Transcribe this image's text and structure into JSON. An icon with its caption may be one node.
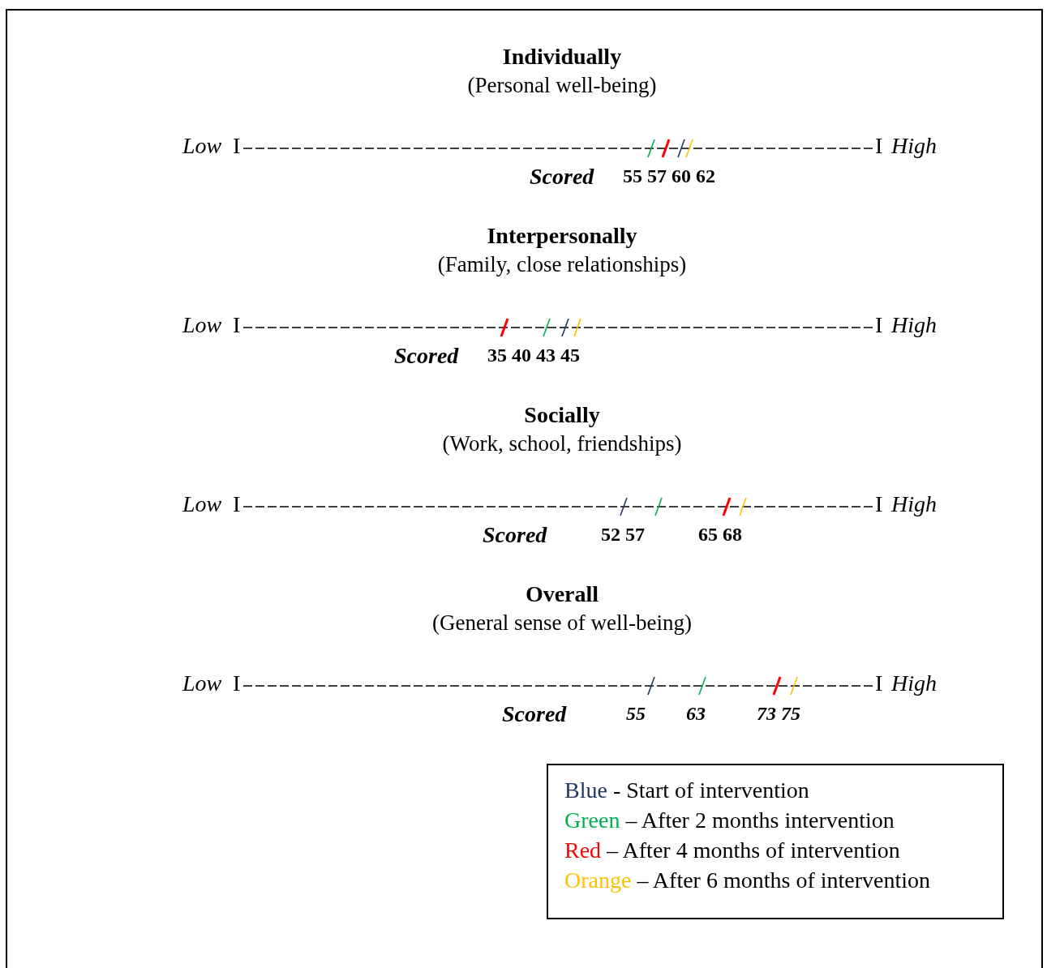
{
  "diagram": {
    "labels": [
      "Individually",
      "(Personal well-being)",
      "Low",
      "I",
      "I",
      "High",
      "Scored",
      "55 57 60 62",
      "Interpersonally",
      "(Family, close relationships)",
      "Low",
      "I",
      "I",
      "High",
      "Scored",
      "35 40 43 45",
      "Socially",
      "(Work, school, friendships)",
      "Low",
      "I",
      "I",
      "High",
      "Scored",
      "52 57",
      "65 68",
      "Overall",
      "(General sense of well-being)",
      "Low",
      "I",
      "I",
      "High",
      "Scored",
      "55",
      "63",
      "73 75"
    ],
    "legend": [
      {
        "text": "Blue - Start of intervention",
        "color": "#1f3864"
      },
      {
        "text": "Green – After 2 months intervention",
        "color": "#00b050"
      },
      {
        "text": "Red – After 4 months of intervention",
        "color": "#ff0000"
      },
      {
        "text": "Orange – After 6 months of intervention",
        "color": "#ffc000"
      }
    ]
  }
}
